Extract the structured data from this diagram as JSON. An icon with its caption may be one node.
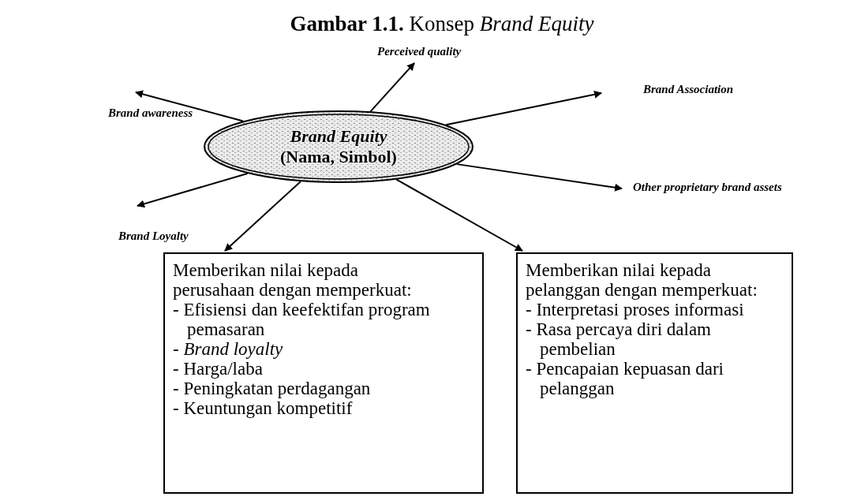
{
  "diagram": {
    "title": "**Gambar 1.1.** Konsep *Brand Equity*",
    "nodes": [
      {
        "text": [
          "Brand Equity",
          "(Nama, Simbol)"
        ]
      },
      {
        "text": [
          "Perceived quality"
        ]
      },
      {
        "text": [
          "Brand Association"
        ]
      },
      {
        "text": [
          "Brand awareness"
        ]
      },
      {
        "text": [
          "Other proprietary brand assets"
        ]
      },
      {
        "text": [
          "Brand Loyalty"
        ]
      },
      {
        "text": [
          "Memberikan nilai kepada perusahaan dengan memperkuat:",
          "- Efisiensi dan keefektifan program pemasaran",
          "- *Brand loyalty*",
          "- Harga/laba",
          "- Peningkatan perdagangan",
          "- Keuntungan kompetitif"
        ]
      },
      {
        "text": [
          "Memberikan nilai kepada pelanggan dengan memperkuat:",
          "- Interpretasi proses informasi",
          "- Rasa percaya diri dalam pembelian",
          "- Pencapaian kepuasan dari pelanggan"
        ]
      }
    ],
    "edges": [
      {
        "from": 0,
        "to": 1,
        "arrow": "to"
      },
      {
        "from": 0,
        "to": 2,
        "arrow": "to"
      },
      {
        "from": 0,
        "to": 3,
        "arrow": "to"
      },
      {
        "from": 0,
        "to": 4,
        "arrow": "to"
      },
      {
        "from": 0,
        "to": 5,
        "arrow": "to"
      },
      {
        "from": 0,
        "to": 6,
        "arrow": "to"
      },
      {
        "from": 0,
        "to": 7,
        "arrow": "to"
      }
    ]
  }
}
